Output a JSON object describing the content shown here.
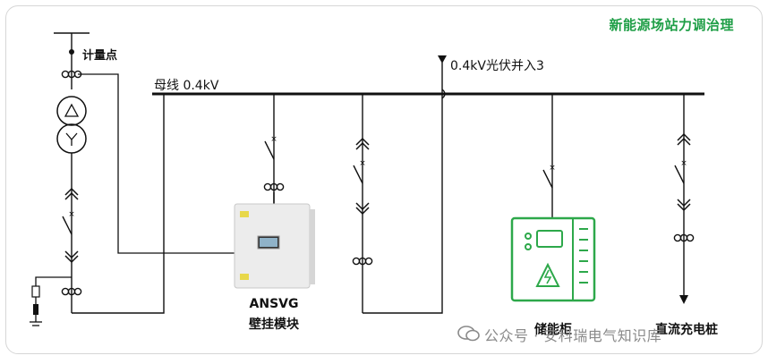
{
  "title": "新能源场站力调治理",
  "labels": {
    "metering_point": "计量点",
    "busbar": "母线 0.4kV",
    "pv_grid_connection": "0.4kV光伏并入3",
    "ansvg_line1": "ANSVG",
    "ansvg_line2": "壁挂模块",
    "energy_storage": "储能柜",
    "dc_charger": "直流充电桩"
  },
  "watermark": {
    "text": "公众号 · 安科瑞电气知识库",
    "icon": "wechat-icon"
  },
  "colors": {
    "title": "#1e9e46",
    "line": "#111111",
    "cabinet_green": "#2da84a",
    "module_body": "#ececec",
    "module_yellow": "#e8d84a"
  }
}
